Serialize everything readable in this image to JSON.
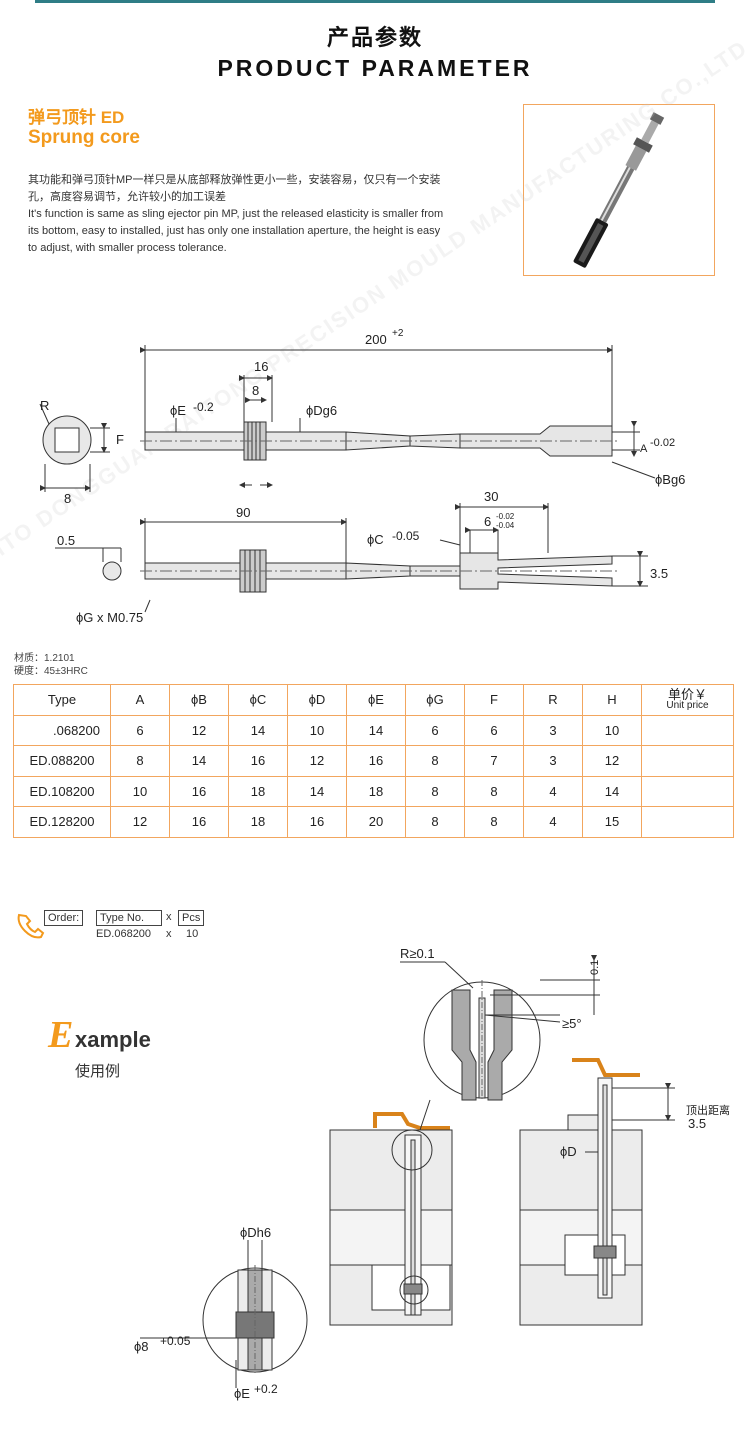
{
  "header": {
    "title_cn": "产品参数",
    "title_en": "PRODUCT PARAMETER"
  },
  "product": {
    "title_cn": "弹弓顶针 ED",
    "title_en": "Sprung core",
    "desc_cn": "其功能和弹弓顶针MP一样只是从底部释放弹性更小一些，安装容易，仅只有一个安装孔，高度容易调节，允许较小的加工误差",
    "desc_en": "It's function is same as sling ejector pin MP, just the released elasticity is smaller from its bottom, easy to installed, just has only one installation aperture, the height is easy to adjust, with smaller process tolerance."
  },
  "watermark": {
    "text": "DONGGUAN BAITONG PRECISION MOULD MANUFACTURING CO.,LTD",
    "brand": "BAITO"
  },
  "drawing": {
    "total_len": "200",
    "total_len_tol": "+2",
    "d16": "16",
    "d8": "8",
    "phiE": "ϕE",
    "phiE_tol": "-0.2",
    "phiDg6": "ϕDg6",
    "A": "A",
    "A_tol": "-0.02",
    "phiBg6": "ϕBg6",
    "R": "R",
    "F": "F",
    "side8": "8",
    "d90": "90",
    "d30": "30",
    "d6": "6",
    "d6_tol_up": "-0.02",
    "d6_tol_dn": "-0.04",
    "phiC": "ϕC",
    "phiC_tol": "-0.05",
    "d05": "0.5",
    "d35": "3.5",
    "phiG": "ϕG x M0.75"
  },
  "material": {
    "line1": "材质：1.2101",
    "line2": "硬度：45±3HRC"
  },
  "table": {
    "headers": [
      "Type",
      "A",
      "ϕB",
      "ϕC",
      "ϕD",
      "ϕE",
      "ϕG",
      "F",
      "R",
      "H"
    ],
    "unit_price_cn": "单价￥",
    "unit_price_en": "Unit price",
    "rows": [
      [
        ".068200",
        "6",
        "12",
        "14",
        "10",
        "14",
        "6",
        "6",
        "3",
        "10"
      ],
      [
        "ED.088200",
        "8",
        "14",
        "16",
        "12",
        "16",
        "8",
        "7",
        "3",
        "12"
      ],
      [
        "ED.108200",
        "10",
        "16",
        "18",
        "14",
        "18",
        "8",
        "8",
        "4",
        "14"
      ],
      [
        "ED.128200",
        "12",
        "16",
        "18",
        "16",
        "20",
        "8",
        "8",
        "4",
        "15"
      ]
    ]
  },
  "order": {
    "label": "Order:",
    "type_no": "Type No.",
    "x1": "x",
    "pcs": "Pcs",
    "example": "ED.068200",
    "x2": "x",
    "qty": "10"
  },
  "example": {
    "e": "E",
    "rest": "xample",
    "cn": "使用例",
    "r01": "R≥0.1",
    "d01": "0.1",
    "angle": "≥5°",
    "eject_cn": "顶出距离",
    "eject_val": "3.5",
    "phiD": "ϕD",
    "phiDh6": "ϕDh6",
    "phi8": "ϕ8",
    "phi8_tol": "+0.05",
    "phiE": "ϕE",
    "phiE_tol": "+0.2"
  },
  "colors": {
    "accent": "#f39a1d",
    "table_border": "#f2a65e",
    "top_bar": "#2f7d86"
  }
}
